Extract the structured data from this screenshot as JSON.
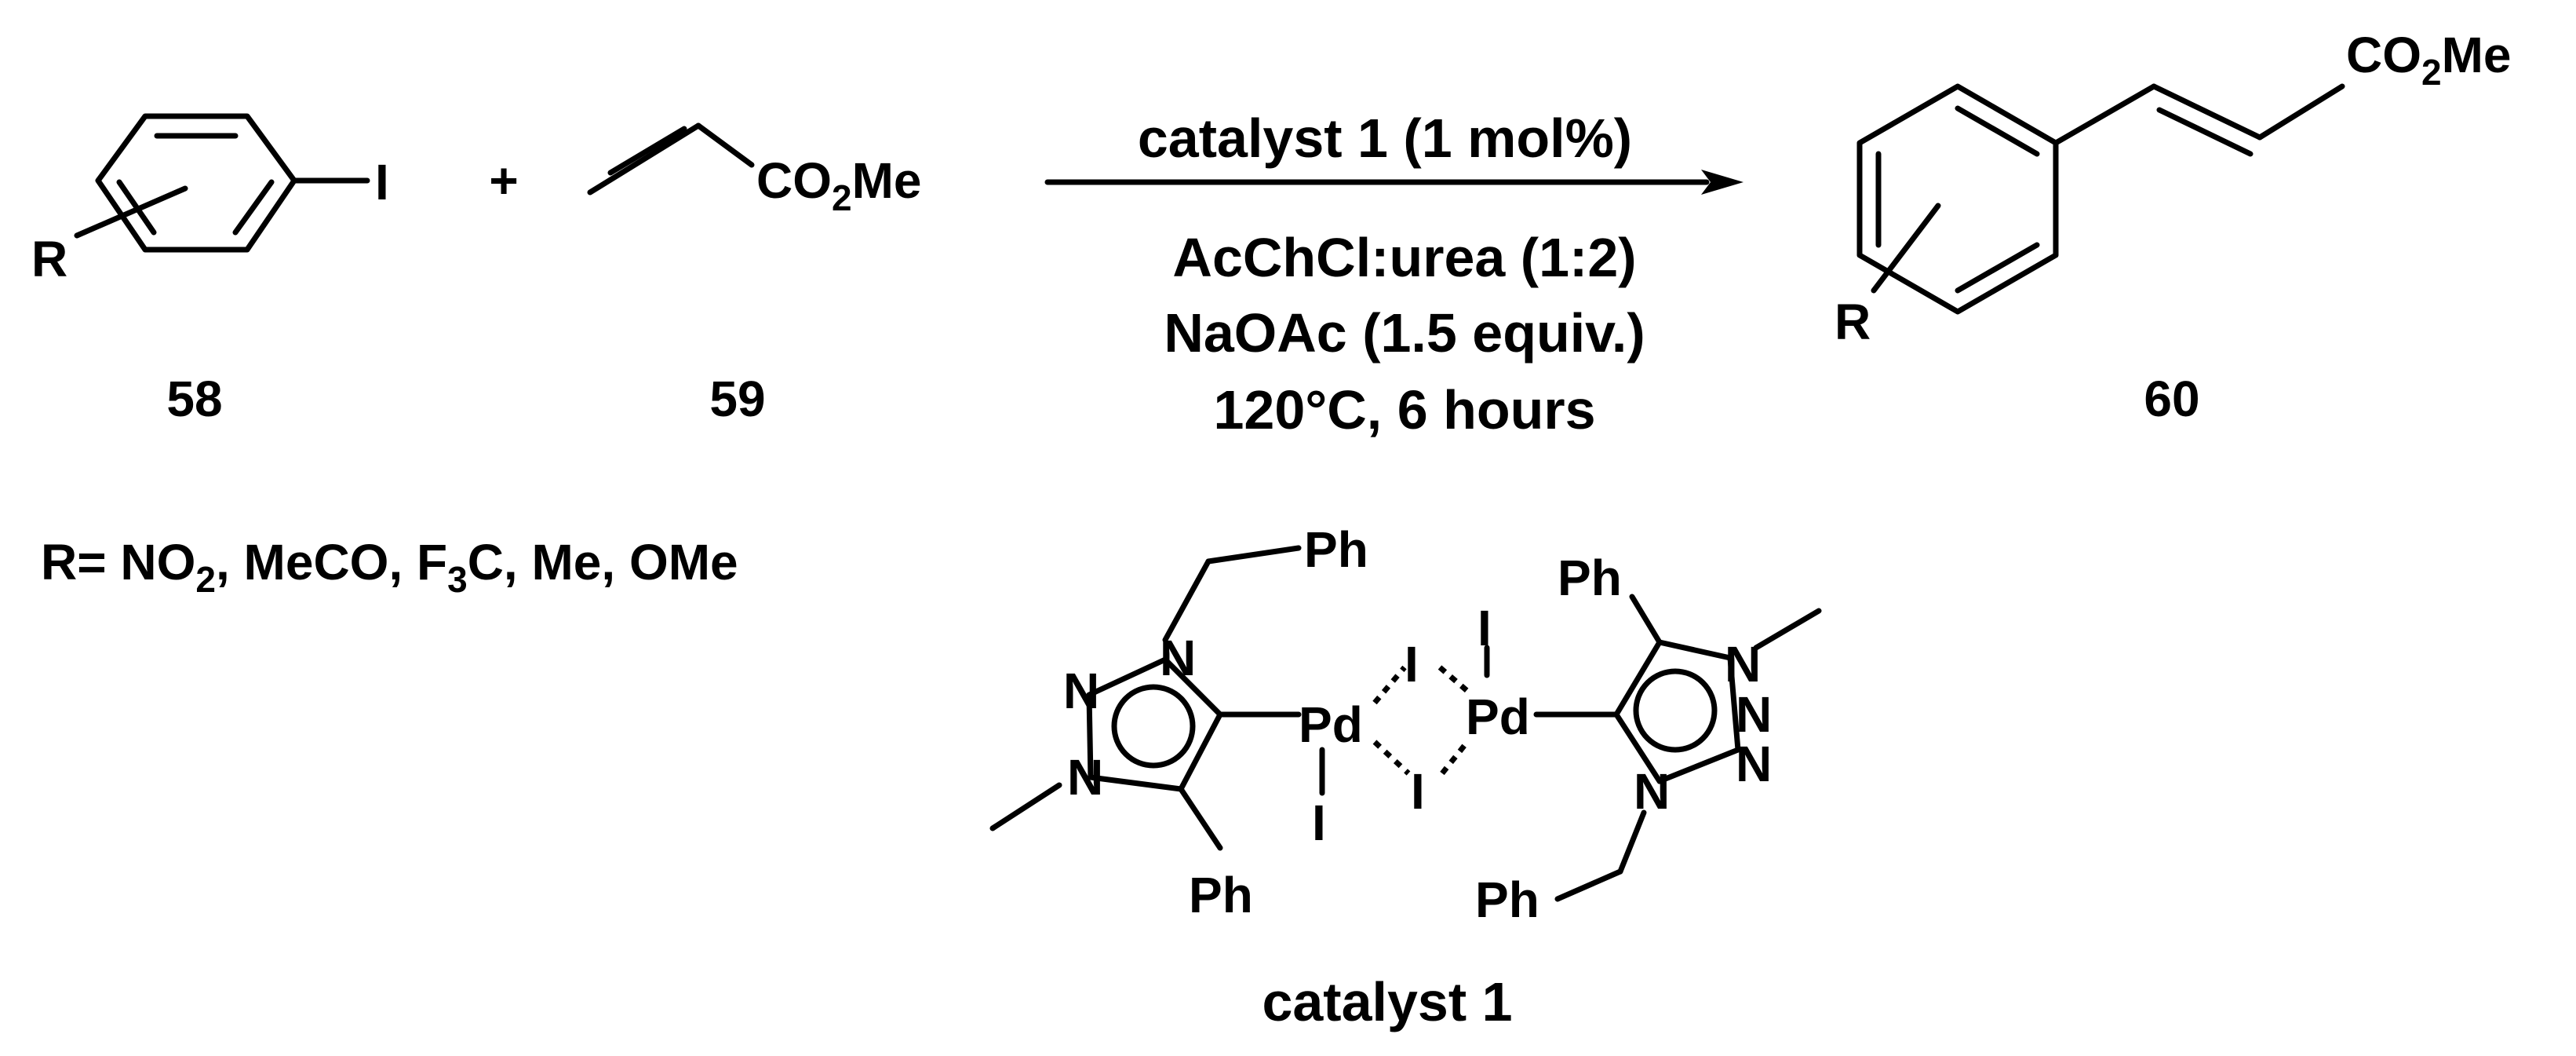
{
  "reactant1": {
    "substituent": "R",
    "leaving_group": "I",
    "compound_number": "58"
  },
  "plus_sign": "+",
  "reactant2": {
    "group_main": "CO",
    "group_sub": "2",
    "group_tail": "Me",
    "compound_number": "59"
  },
  "arrow": {
    "above": "catalyst 1 (1 mol%)",
    "below": [
      "AcChCl:urea (1:2)",
      "NaOAc (1.5 equiv.)",
      "120°C, 6 hours"
    ]
  },
  "product": {
    "substituent": "R",
    "group_main": "CO",
    "group_sub": "2",
    "group_tail": "Me",
    "compound_number": "60"
  },
  "r_groups": {
    "prefix": "R= NO",
    "sub1": "2",
    "middle": ", MeCO, F",
    "sub2": "3",
    "tail": "C, Me, OMe"
  },
  "catalyst": {
    "title": "catalyst 1",
    "metal": "Pd",
    "halide": "I",
    "nitrogen": "N",
    "phenyl": "Ph"
  }
}
